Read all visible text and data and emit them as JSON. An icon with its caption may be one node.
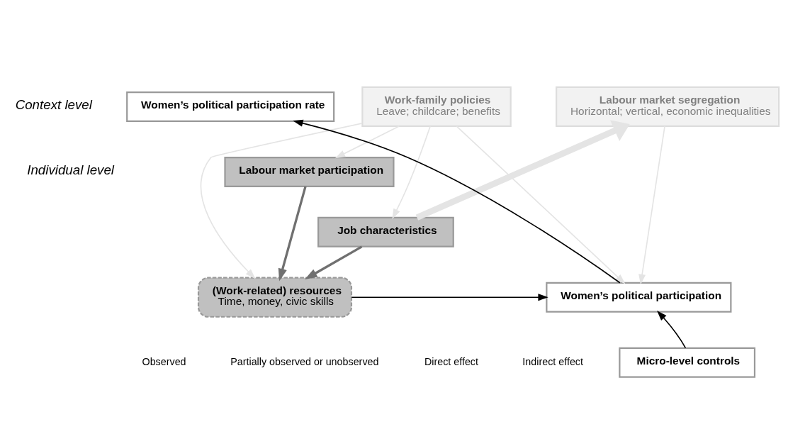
{
  "diagram": {
    "nodes": [
      {
        "text": [
          "Work-family policies",
          "Leave; childcare; benefits"
        ]
      },
      {
        "text": [
          "Labour market segregation",
          "Horizontal; vertical, economic inequalities"
        ]
      },
      {
        "text": [
          "Women’s political participation rate"
        ]
      },
      {
        "text": [
          "Labour market participation"
        ]
      },
      {
        "text": [
          "Job characteristics"
        ]
      },
      {
        "text": [
          "(Work-related) resources",
          "Time, money, civic skills"
        ]
      },
      {
        "text": [
          "Women’s political participation"
        ]
      },
      {
        "text": [
          "Micro-level controls"
        ]
      }
    ],
    "edges": [
      {
        "from": 0,
        "to": 3,
        "arrow": "to"
      },
      {
        "from": 0,
        "to": 4,
        "arrow": "to"
      },
      {
        "from": 0,
        "to": 5,
        "arrow": "to"
      },
      {
        "from": 0,
        "to": 6,
        "arrow": "to"
      },
      {
        "from": 4,
        "to": 1,
        "arrow": "to",
        "style": "thick"
      },
      {
        "from": 1,
        "to": 6,
        "arrow": "to"
      },
      {
        "from": 3,
        "to": 5,
        "arrow": "to",
        "color": "#707070"
      },
      {
        "from": 4,
        "to": 5,
        "arrow": "to",
        "color": "#707070"
      },
      {
        "from": 5,
        "to": 6,
        "arrow": "to",
        "color": "#000000"
      },
      {
        "from": 6,
        "to": 2,
        "arrow": "to",
        "color": "#000000"
      },
      {
        "from": 7,
        "to": 6,
        "arrow": "to",
        "color": "#000000"
      }
    ],
    "labels": [
      "Context level",
      "Individual level"
    ],
    "legend": [
      {
        "text": "Observed"
      },
      {
        "text": "Partially observed or unobserved"
      },
      {
        "text": "Direct effect"
      },
      {
        "text": "Indirect effect"
      }
    ]
  }
}
